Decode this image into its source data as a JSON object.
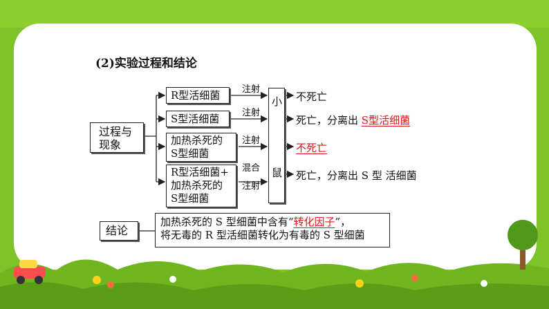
{
  "heading": "(2)实验过程和结论",
  "process_label": [
    "过程与",
    "现象"
  ],
  "mouse_label": {
    "top": "小",
    "bottom": "鼠"
  },
  "conditions": [
    {
      "name": "R型活细菌",
      "lines": [
        "R型活细菌"
      ],
      "action": "注射",
      "result": "不死亡",
      "result_red": ""
    },
    {
      "name": "S型活细菌",
      "lines": [
        "S型活细菌"
      ],
      "action": "注射",
      "result": "死亡，分离出",
      "result_red": "S型活细菌"
    },
    {
      "name": "加热杀死的S型细菌",
      "lines": [
        "加热杀死的",
        "S型细菌"
      ],
      "action": "注射",
      "result": "",
      "result_red": "不死亡"
    },
    {
      "name": "R型活细菌+加热杀死的S型细菌",
      "lines": [
        "R型活细菌+",
        "加热杀死的",
        "S型细菌"
      ],
      "action": "混合",
      "action2": "注射",
      "result": "死亡，分离出 S 型 活细菌",
      "result_red": ""
    }
  ],
  "conclusion_label": "结论",
  "conclusion": {
    "line1_pre": "加热杀死的 S 型细菌中含有“",
    "line1_red": "转化因子",
    "line1_post": "”，",
    "line2": "将无毒的 R 型活细菌转化为有毒的 S 型细菌"
  }
}
